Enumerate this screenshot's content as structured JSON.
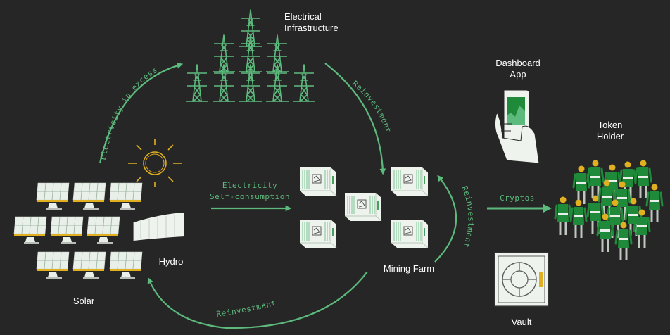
{
  "labels": {
    "electrical_line1": "Electrical",
    "electrical_line2": "Infrastructure",
    "dashboard_line1": "Dashboard",
    "dashboard_line2": "App",
    "token_line1": "Token",
    "token_line2": "Holder",
    "hydro": "Hydro",
    "solar": "Solar",
    "mining_farm": "Mining Farm",
    "vault": "Vault"
  },
  "flows": {
    "electricity_in_excess": "Electricity in excess",
    "reinvestment_top": "Reinvestment",
    "self_consumption_line1": "Electricity",
    "self_consumption_line2": "Self-consumption",
    "reinvestment_right": "Reinvestment",
    "cryptos": "Cryptos",
    "reinvestment_bottom": "Reinvestment"
  },
  "colors": {
    "background": "#262626",
    "accent": "#5dba7d",
    "accent_dark": "#1f8a3a",
    "text": "#ffffff",
    "panel": "#e9efe9",
    "gold": "#e0b021"
  },
  "icons": {
    "tower": "transmission-tower-icon",
    "solar": "solar-panel-icon",
    "sun": "sun-icon",
    "hydro": "hydro-dam-icon",
    "container": "mining-container-icon",
    "phone": "phone-dashboard-icon",
    "person": "token-holder-person-icon",
    "vault": "vault-safe-icon"
  }
}
